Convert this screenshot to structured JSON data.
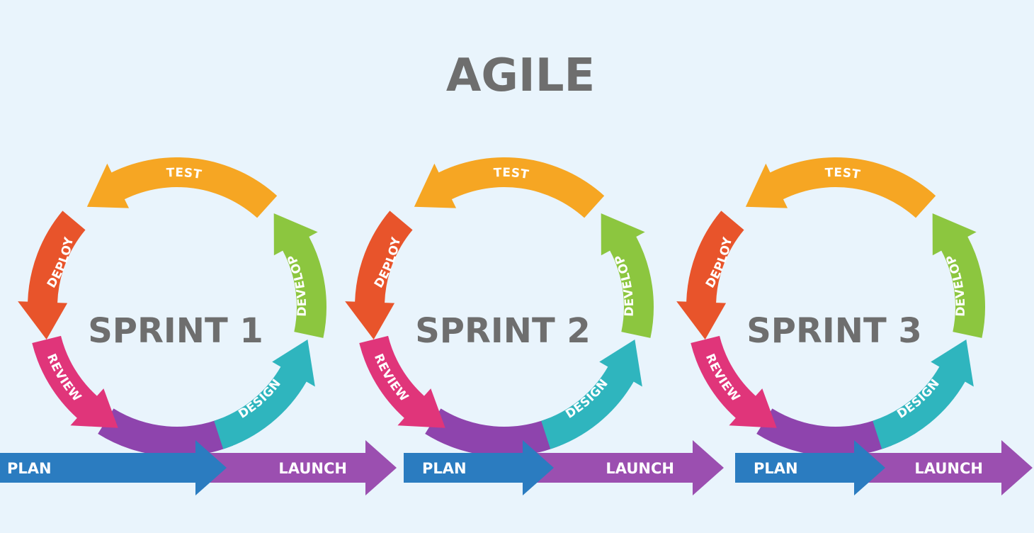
{
  "title": "AGILE",
  "stages": [
    {
      "key": "test",
      "label": "TEST",
      "color": "#f6a623"
    },
    {
      "key": "develop",
      "label": "DEVELOP",
      "color": "#8cc63f"
    },
    {
      "key": "design",
      "label": "DESIGN",
      "color": "#2fb5be"
    },
    {
      "key": "review",
      "label": "REVIEW",
      "color": "#e0357a"
    },
    {
      "key": "deploy",
      "label": "DEPLOY",
      "color": "#e8542b"
    },
    {
      "key": "plan_segment",
      "label": "",
      "color": "#8e44ad"
    }
  ],
  "sprints": [
    {
      "label": "SPRINT 1",
      "plan_label": "PLAN",
      "launch_label": "LAUNCH"
    },
    {
      "label": "SPRINT 2",
      "plan_label": "PLAN",
      "launch_label": "LAUNCH"
    },
    {
      "label": "SPRINT 3",
      "plan_label": "PLAN",
      "launch_label": "LAUNCH"
    }
  ],
  "colors": {
    "background": "#e9f4fc",
    "title": "#6e6e6e",
    "plan": "#2b7cc0",
    "launch": "#9b4fb0"
  }
}
